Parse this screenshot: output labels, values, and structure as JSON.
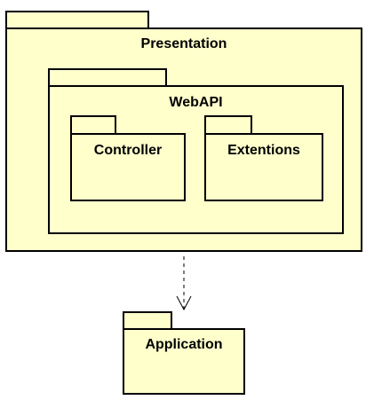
{
  "diagram": {
    "type": "uml-package-diagram",
    "package_fill": "#ffffcc",
    "border_color": "#000000",
    "packages": {
      "presentation": {
        "name": "Presentation"
      },
      "webapi": {
        "name": "WebAPI"
      },
      "controller": {
        "name": "Controller"
      },
      "extentions": {
        "name": "Extentions"
      },
      "application": {
        "name": "Application"
      }
    },
    "dependencies": [
      {
        "from": "Presentation",
        "to": "Application",
        "style": "dashed",
        "arrowhead": "open"
      }
    ]
  }
}
